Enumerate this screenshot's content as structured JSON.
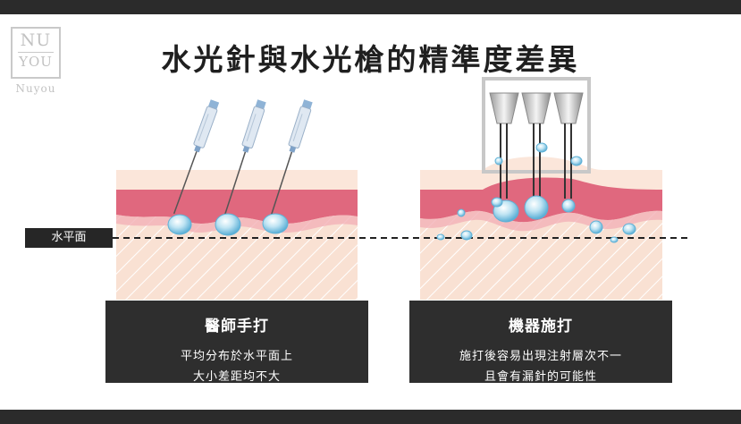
{
  "logo": {
    "line1": "NU",
    "line2": "YOU",
    "wordmark": "Nuyou"
  },
  "title": "水光針與水光槍的精準度差異",
  "level_label": "水平面",
  "left_card": {
    "title": "醫師手打",
    "lines": [
      "平均分布於水平面上",
      "大小差距均不大"
    ]
  },
  "right_card": {
    "title": "機器施打",
    "lines": [
      "施打後容易出現注射層次不一",
      "且會有漏針的可能性"
    ]
  },
  "colors": {
    "skin": "#f8dccb",
    "dermis": "#e06c80",
    "droplet": "#8ccbe6",
    "dark": "#2e2e2e"
  }
}
